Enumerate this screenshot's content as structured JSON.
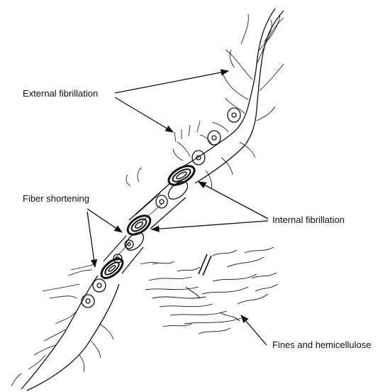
{
  "labels": {
    "external_fibrillation": "External fibrillation",
    "fiber_shortening": "Fiber shortening",
    "internal_fibrillation": "Internal fibrillation",
    "fines_hemicellulose": "Fines and hemicellulose"
  },
  "colors": {
    "ink": "#111111",
    "background": "#ffffff"
  }
}
